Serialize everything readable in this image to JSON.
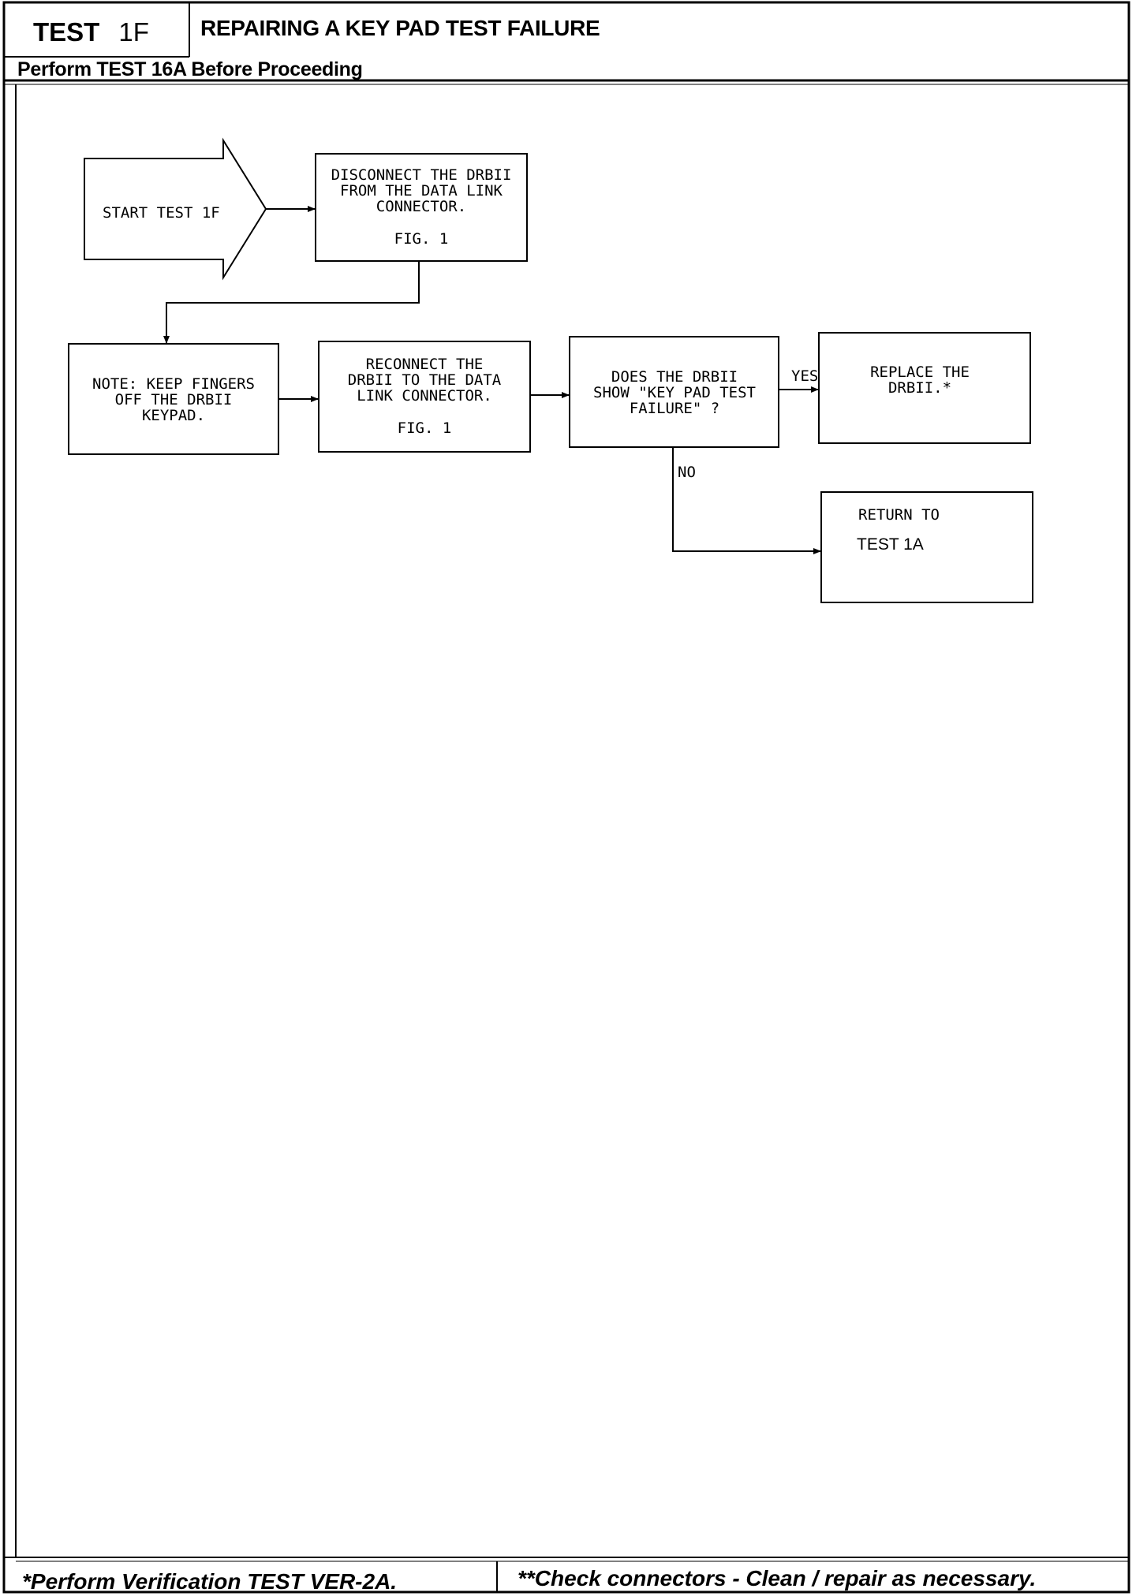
{
  "header": {
    "test_label": "TEST",
    "test_id": "1F",
    "title": "REPAIRING A KEY PAD TEST FAILURE",
    "prerequisite": "Perform TEST 16A Before Proceeding"
  },
  "flowchart": {
    "start": "START TEST 1F",
    "disconnect": [
      "DISCONNECT THE DRBII",
      "FROM THE DATA LINK",
      "CONNECTOR."
    ],
    "disconnect_fig": "FIG. 1",
    "note": [
      "NOTE: KEEP FINGERS",
      "OFF THE DRBII",
      "KEYPAD."
    ],
    "reconnect": [
      "RECONNECT THE",
      "DRBII TO THE DATA",
      "LINK CONNECTOR."
    ],
    "reconnect_fig": "FIG. 1",
    "question": [
      "DOES THE DRBII",
      "SHOW \"KEY PAD TEST",
      "FAILURE\" ?"
    ],
    "yes_label": "YES",
    "no_label": "NO",
    "replace": [
      "REPLACE THE",
      "DRBII.*"
    ],
    "return_line1": "RETURN TO",
    "return_line2": "TEST 1A"
  },
  "footer": {
    "left": "*Perform Verification TEST VER-2A.",
    "right": "**Check connectors - Clean / repair as necessary."
  }
}
